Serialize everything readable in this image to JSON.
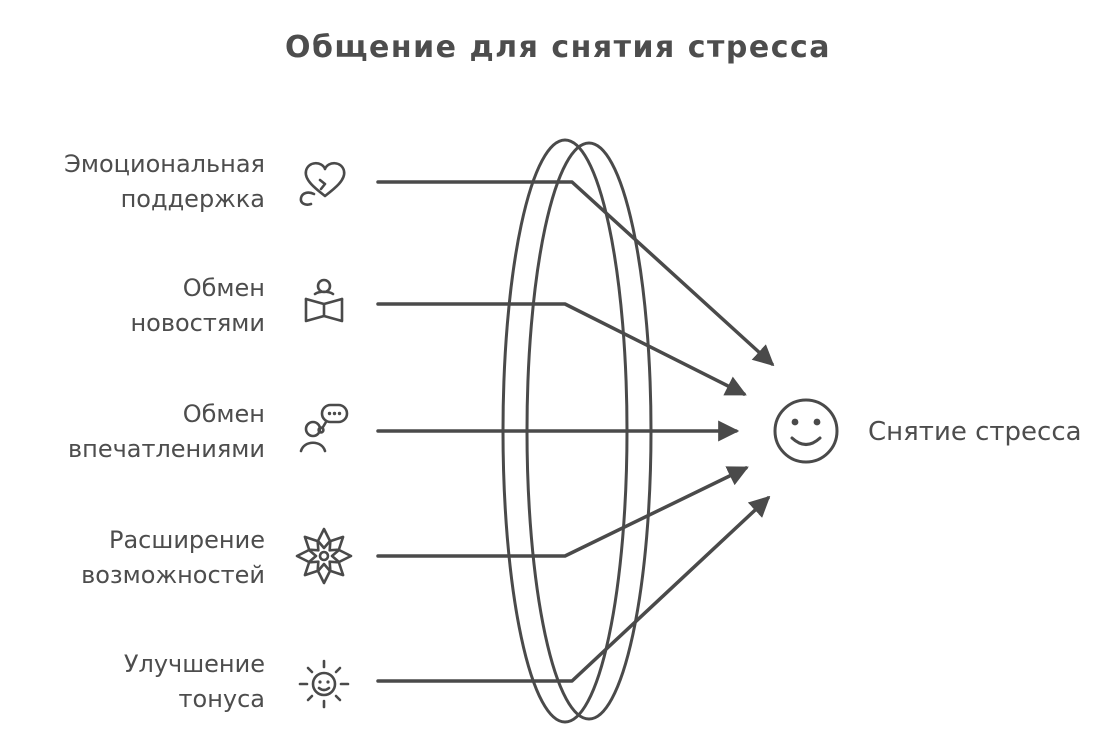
{
  "title": "Общение для снятия стресса",
  "items": [
    {
      "label_line1": "Эмоциональная",
      "label_line2": "поддержка",
      "icon": "heart-in-hand-icon"
    },
    {
      "label_line1": "Обмен",
      "label_line2": "новостями",
      "icon": "person-reading-icon"
    },
    {
      "label_line1": "Обмен",
      "label_line2": "впечатлениями",
      "icon": "person-chat-icon"
    },
    {
      "label_line1": "Расширение",
      "label_line2": "возможностей",
      "icon": "ornament-star-icon"
    },
    {
      "label_line1": "Улучшение",
      "label_line2": "тонуса",
      "icon": "sun-smiley-icon"
    }
  ],
  "result": {
    "label": "Снятие стресса",
    "icon": "smiley-face-icon"
  },
  "diagram": {
    "lens": "converging-lens",
    "connector_count": 5
  },
  "colors": {
    "stroke": "#4a4a4a",
    "text": "#4d4d4d",
    "background": "#ffffff"
  }
}
